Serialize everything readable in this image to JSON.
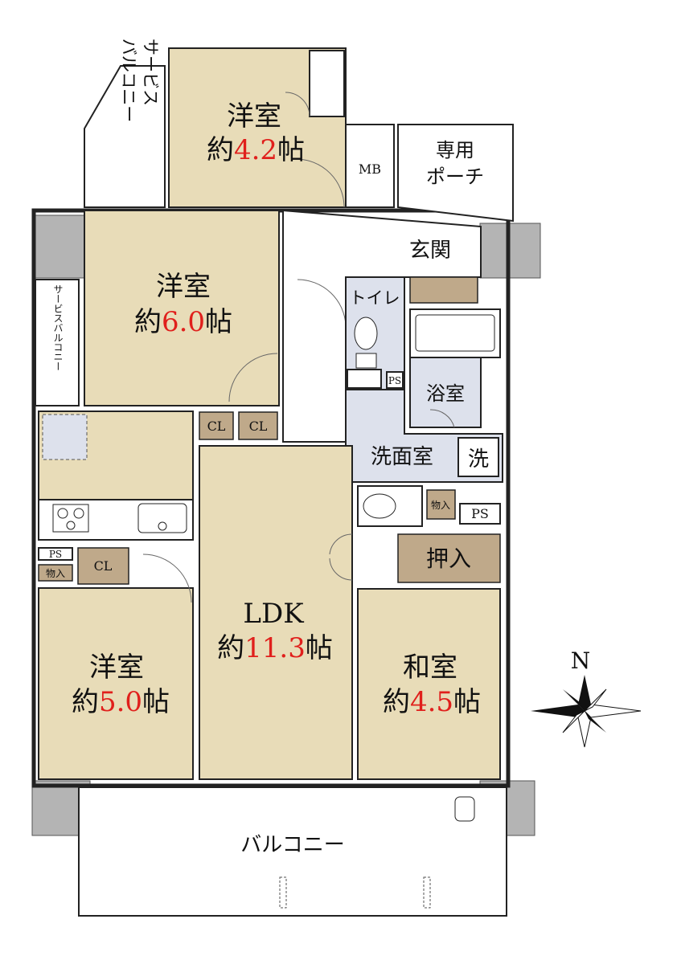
{
  "colors": {
    "room": "#e8dcb8",
    "wet": "#dde1ec",
    "storage": "#bfa98a",
    "wall": "#b4b4b4",
    "area_number": "#e0201c"
  },
  "rooms": {
    "western_top": {
      "name": "洋室",
      "prefix": "約",
      "size": "4.2",
      "unit": "帖"
    },
    "western_left": {
      "name": "洋室",
      "prefix": "約",
      "size": "6.0",
      "unit": "帖"
    },
    "western_bottom": {
      "name": "洋室",
      "prefix": "約",
      "size": "5.0",
      "unit": "帖"
    },
    "ldk": {
      "name": "LDK",
      "prefix": "約",
      "size": "11.3",
      "unit": "帖"
    },
    "japanese": {
      "name": "和室",
      "prefix": "約",
      "size": "4.5",
      "unit": "帖"
    }
  },
  "labels": {
    "service_balcony_top": [
      "サービス",
      "バルコニー"
    ],
    "service_balcony_left": "サービスバルコニー",
    "mb": "MB",
    "porch": [
      "専用",
      "ポーチ"
    ],
    "entrance": "玄関",
    "toilet": "トイレ",
    "ps_toilet": "PS",
    "bath": "浴室",
    "washroom": "洗面室",
    "washer": "洗",
    "storage_wash": "物入",
    "ps_wash": "PS",
    "oshiire": "押入",
    "cl1": "CL",
    "cl2": "CL",
    "cl3": "CL",
    "ps_kitchen": "PS",
    "storage_kitchen": "物入",
    "balcony": "バルコニー",
    "north": "N"
  }
}
